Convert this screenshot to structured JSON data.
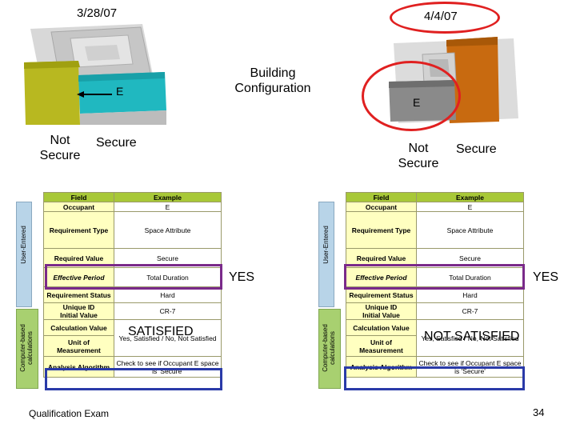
{
  "left": {
    "date": "3/28/07",
    "zone_label": "E",
    "not_secure": "Not\nSecure",
    "secure": "Secure",
    "result": "SATISFIED",
    "yes": "YES"
  },
  "right": {
    "date": "4/4/07",
    "zone_label": "E",
    "not_secure": "Not\nSecure",
    "secure": "Secure",
    "result": "NOT SATISFIED",
    "yes": "YES"
  },
  "center_label": "Building\nConfiguration",
  "footer": {
    "title": "Qualification Exam",
    "page": "34"
  },
  "table": {
    "headers": [
      "Field",
      "Example"
    ],
    "rows": [
      {
        "field": "Occupant",
        "example": "E"
      },
      {
        "field": "Requirement Type",
        "example": "Space Attribute"
      },
      {
        "field": "Required Value",
        "example": "Secure"
      },
      {
        "field": "Effective Period",
        "example": "Total Duration"
      },
      {
        "field": "Requirement Status",
        "example": "Hard"
      },
      {
        "field": "Unique ID\nInitial Value",
        "example": "CR-7"
      },
      {
        "field": "Calculation Value",
        "example": "Yes, Satisfied / No, Not Satisfied"
      },
      {
        "field": "Unit of\nMeasurement",
        "example": ""
      },
      {
        "field": "Analysis Algorithm",
        "example": "Check to see if Occupant E space is 'Secure'"
      }
    ],
    "side_user": "User-Entered",
    "side_computer": "Computer-based\ncalculations"
  },
  "colors": {
    "yellow_zone": "#b8b820",
    "teal_zone": "#20b8c0",
    "gray_zone": "#8a8a8a",
    "orange_zone": "#c86a10",
    "header_green": "#a8c838",
    "field_yellow": "#ffffc0",
    "purple_box": "#7a2a8a",
    "blue_box": "#2a3aa8",
    "red_ellipse": "#e02020"
  }
}
